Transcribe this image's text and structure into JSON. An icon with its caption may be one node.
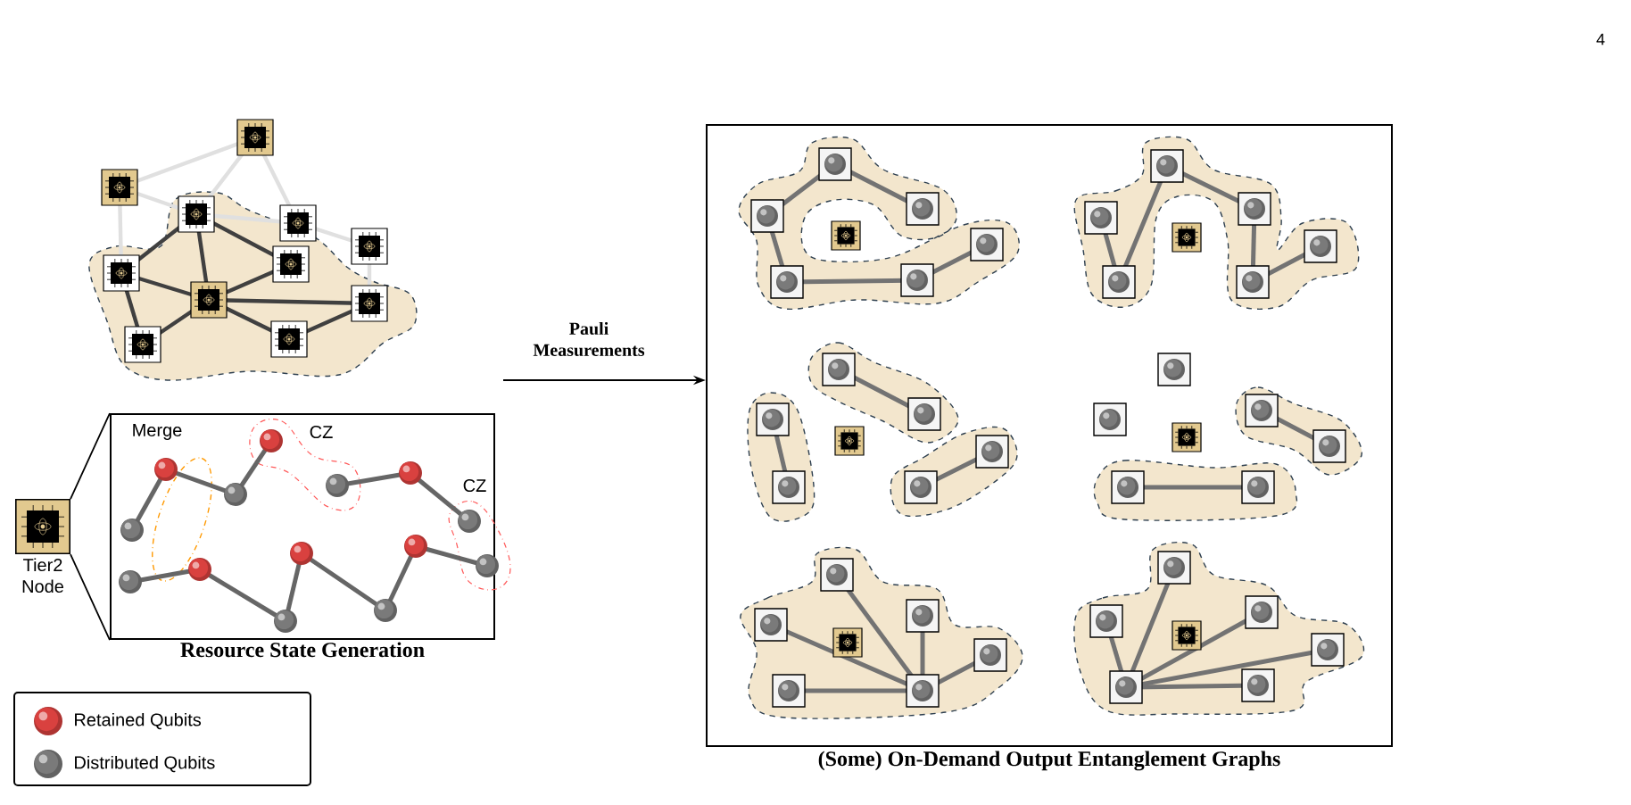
{
  "diagram": {
    "nodes": [
      {
        "text": [
          "Resource State Generation"
        ]
      },
      {
        "text": [
          "(Some) On-Demand Output Entanglement Graphs"
        ]
      },
      {
        "text": [
          "Tier2 Node"
        ]
      }
    ],
    "edges": [
      {
        "from": 2,
        "to": 0,
        "arrow": "none"
      },
      {
        "from": null,
        "to": 1,
        "arrow": "to",
        "label": "Pauli Measurements"
      }
    ],
    "labels": [
      "4",
      "Merge",
      "CZ",
      "CZ"
    ],
    "legend": [
      {
        "text": "Retained Qubits",
        "color": "#d9413f"
      },
      {
        "text": "Distributed Qubits",
        "color": "#7a7a7a"
      }
    ]
  }
}
